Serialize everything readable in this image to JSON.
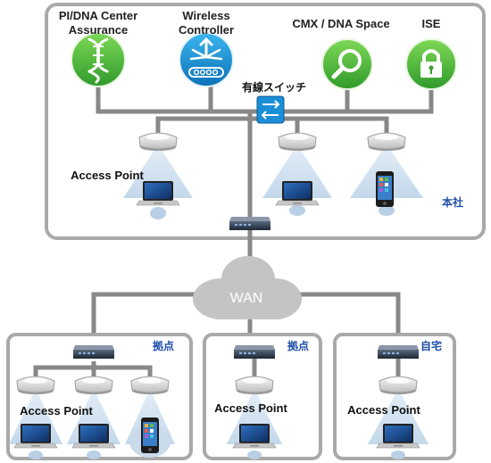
{
  "hq": {
    "apps": [
      {
        "line1": "PI/DNA Center",
        "line2": "Assurance",
        "icon": "dna-helix-icon",
        "color": "#5cbf3a"
      },
      {
        "line1": "Wireless",
        "line2": "Controller",
        "icon": "wireless-controller-icon",
        "color": "#1a9ad6"
      },
      {
        "line1": "CMX / DNA Space",
        "line2": "",
        "icon": "magnifier-icon",
        "color": "#5cbf3a"
      },
      {
        "line1": "ISE",
        "line2": "",
        "icon": "padlock-icon",
        "color": "#5cbf3a"
      }
    ],
    "switch_label": "有線スイッチ",
    "ap_label": "Access Point",
    "site_label": "本社"
  },
  "wan_label": "WAN",
  "branches": [
    {
      "site_label": "拠点",
      "ap_label": "Access Point"
    },
    {
      "site_label": "拠点",
      "ap_label": "Access Point"
    },
    {
      "site_label": "自宅",
      "ap_label": "Access Point"
    }
  ],
  "colors": {
    "link": "#888888",
    "box_border": "#a9a9a9",
    "coverage": "#cfe0ef",
    "site_label": "#1f4fa8"
  }
}
